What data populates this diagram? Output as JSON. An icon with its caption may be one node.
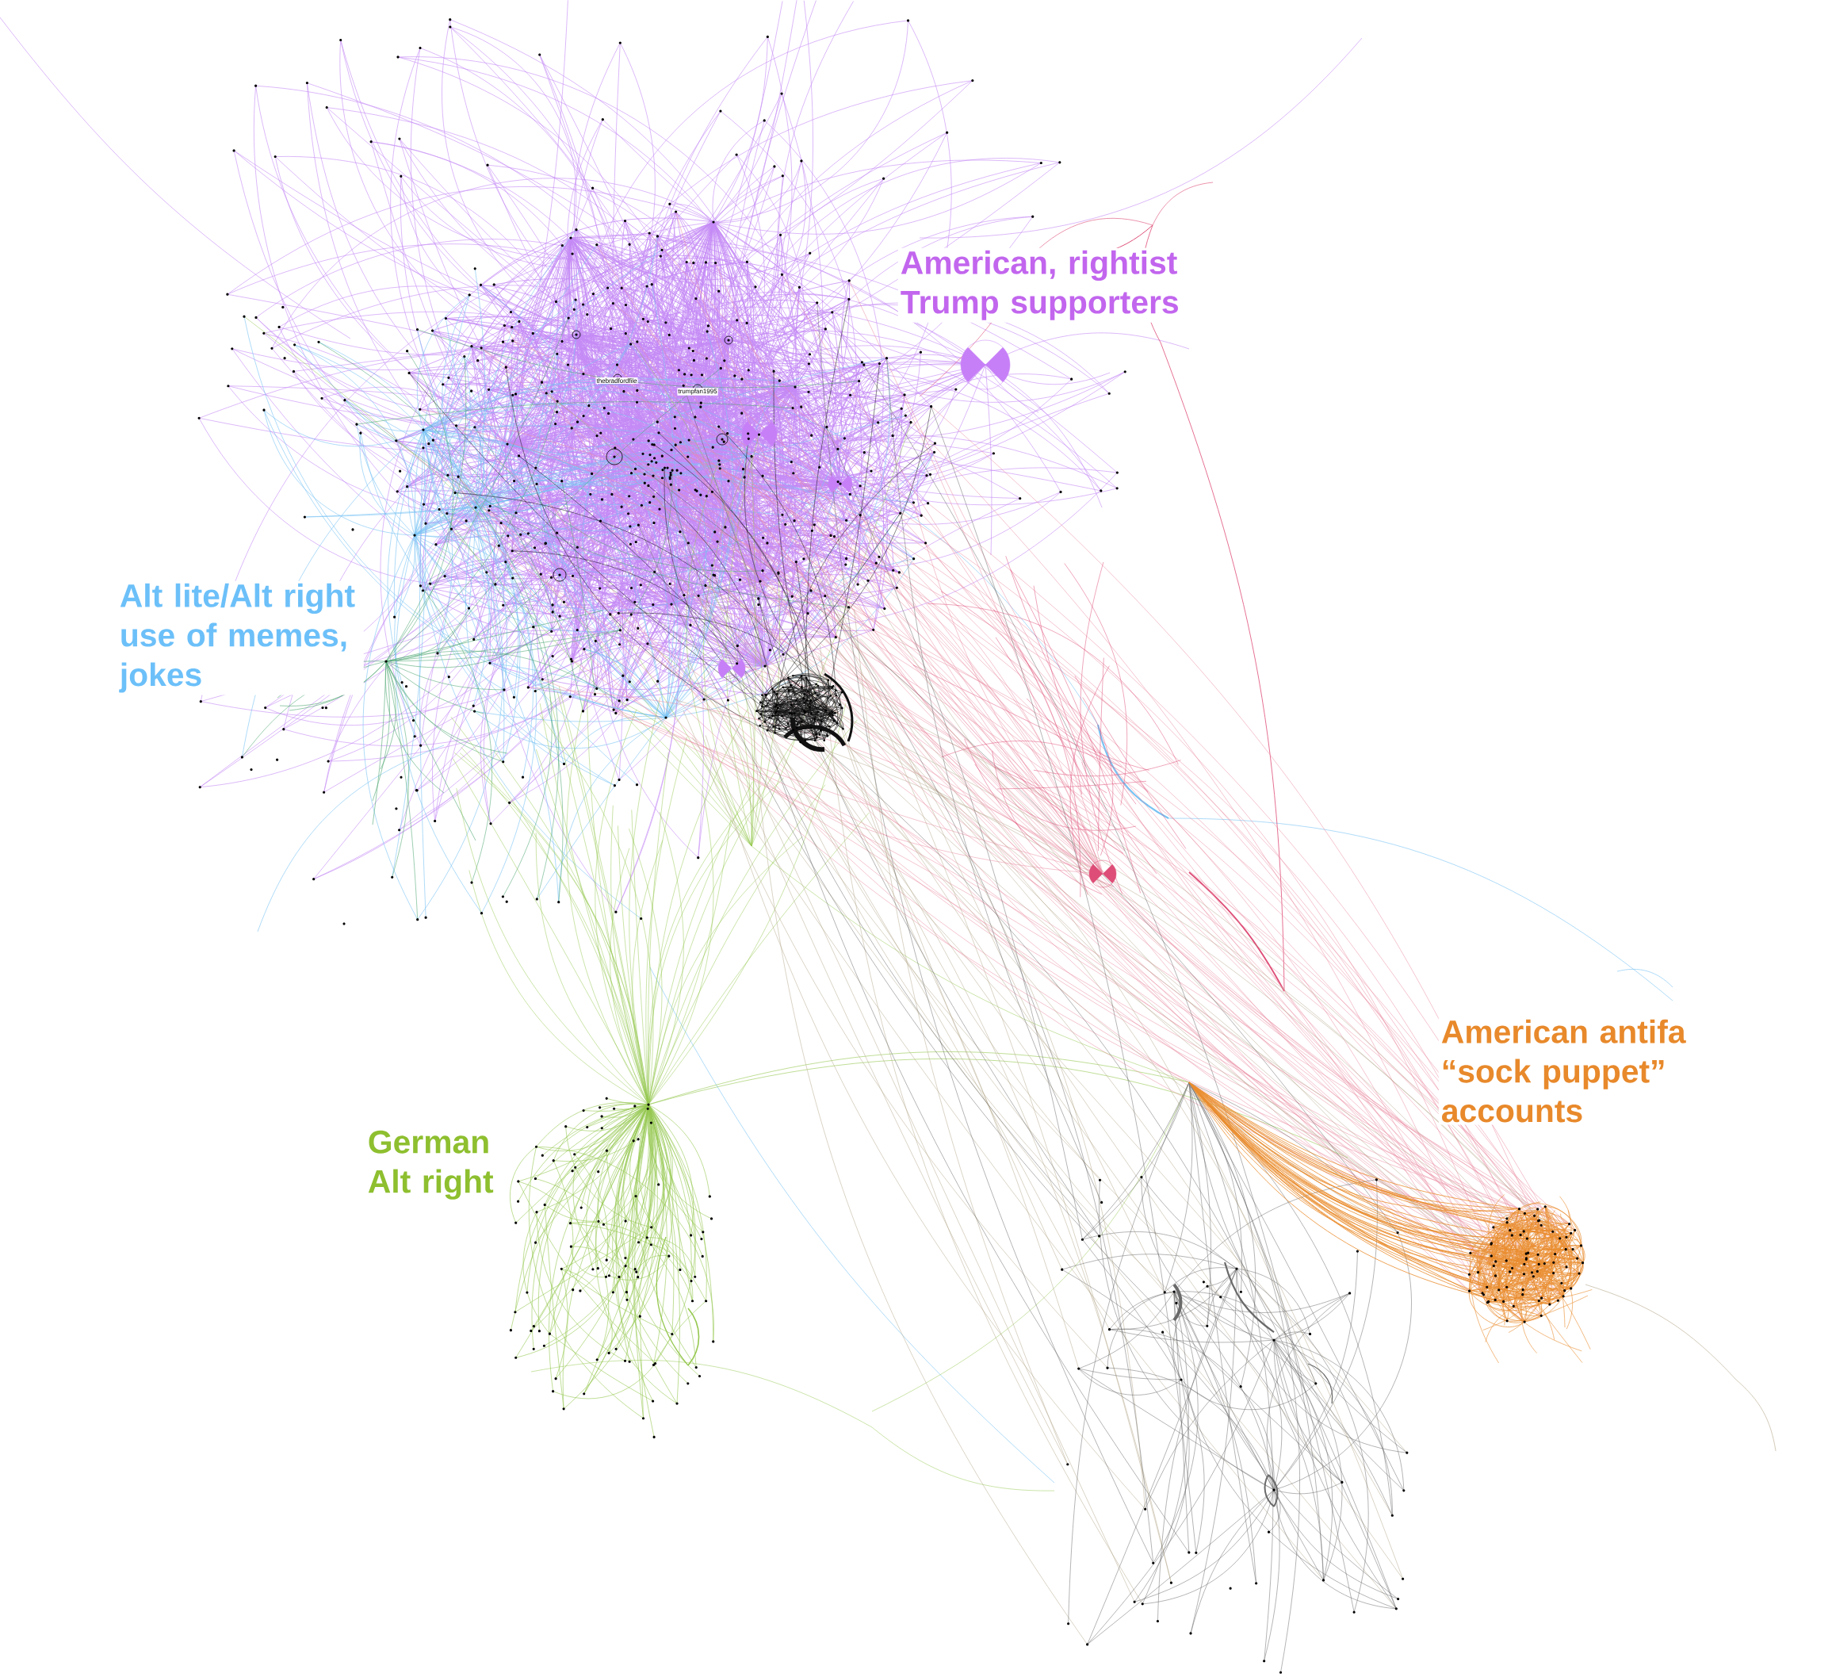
{
  "diagram": {
    "labels": [
      "American, rightist Trump supporters",
      "thebradfordfile",
      "trumpfan1995",
      "Alt lite/Alt right use of memes, jokes",
      "German Alt right",
      "American antifa “sock puppet” accounts"
    ]
  }
}
